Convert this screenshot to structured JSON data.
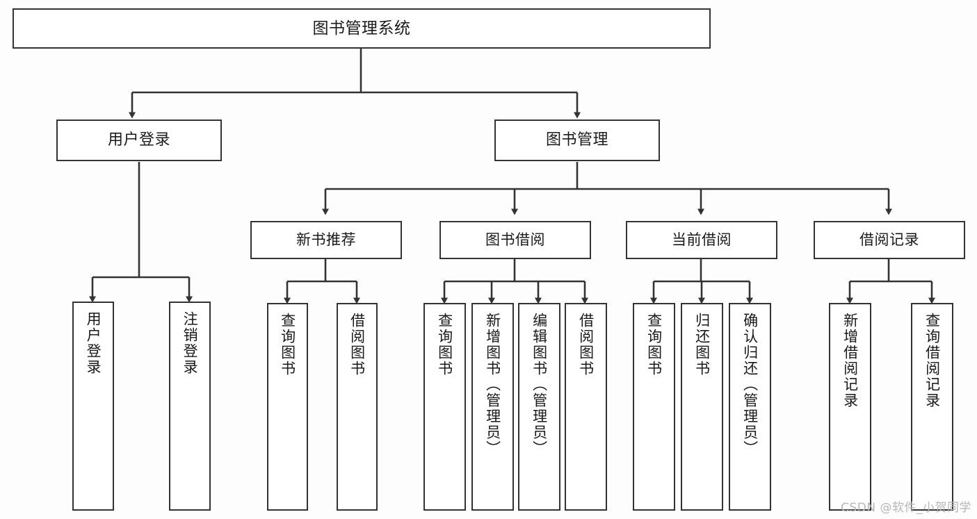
{
  "diagram": {
    "title": "图书管理系统",
    "type": "tree-hierarchy",
    "watermark": "CSDN @软件_小贺同学",
    "colors": {
      "box_border": "#333333",
      "box_fill": "#ffffff",
      "connector": "#333333",
      "text": "#1a1a1a",
      "background": "#fdfdfd",
      "watermark": "#b6b6b6"
    },
    "root": {
      "id": "root",
      "label": "图书管理系统"
    },
    "level2": [
      {
        "id": "user-login",
        "label": "用户登录"
      },
      {
        "id": "book-manage",
        "label": "图书管理"
      }
    ],
    "level3": [
      {
        "id": "new-book-recommend",
        "label": "新书推荐",
        "parent": "book-manage"
      },
      {
        "id": "book-borrow",
        "label": "图书借阅",
        "parent": "book-manage"
      },
      {
        "id": "current-borrow",
        "label": "当前借阅",
        "parent": "book-manage"
      },
      {
        "id": "borrow-record",
        "label": "借阅记录",
        "parent": "book-manage"
      }
    ],
    "leaves": [
      {
        "id": "leaf-user-login",
        "label": "用户登录",
        "parent": "user-login"
      },
      {
        "id": "leaf-user-logout",
        "label": "注销登录",
        "parent": "user-login"
      },
      {
        "id": "leaf-query-book-1",
        "label": "查询图书",
        "parent": "new-book-recommend"
      },
      {
        "id": "leaf-borrow-book-1",
        "label": "借阅图书",
        "parent": "new-book-recommend"
      },
      {
        "id": "leaf-query-book-2",
        "label": "查询图书",
        "parent": "book-borrow"
      },
      {
        "id": "leaf-add-book",
        "label": "新增图书（管理员）",
        "parent": "book-borrow"
      },
      {
        "id": "leaf-edit-book",
        "label": "编辑图书（管理员）",
        "parent": "book-borrow"
      },
      {
        "id": "leaf-borrow-book-2",
        "label": "借阅图书",
        "parent": "book-borrow"
      },
      {
        "id": "leaf-query-book-3",
        "label": "查询图书",
        "parent": "current-borrow"
      },
      {
        "id": "leaf-return-book",
        "label": "归还图书",
        "parent": "current-borrow"
      },
      {
        "id": "leaf-confirm-return",
        "label": "确认归还（管理员）",
        "parent": "current-borrow"
      },
      {
        "id": "leaf-add-record",
        "label": "新增借阅记录",
        "parent": "borrow-record"
      },
      {
        "id": "leaf-query-record",
        "label": "查询借阅记录",
        "parent": "borrow-record"
      }
    ]
  }
}
